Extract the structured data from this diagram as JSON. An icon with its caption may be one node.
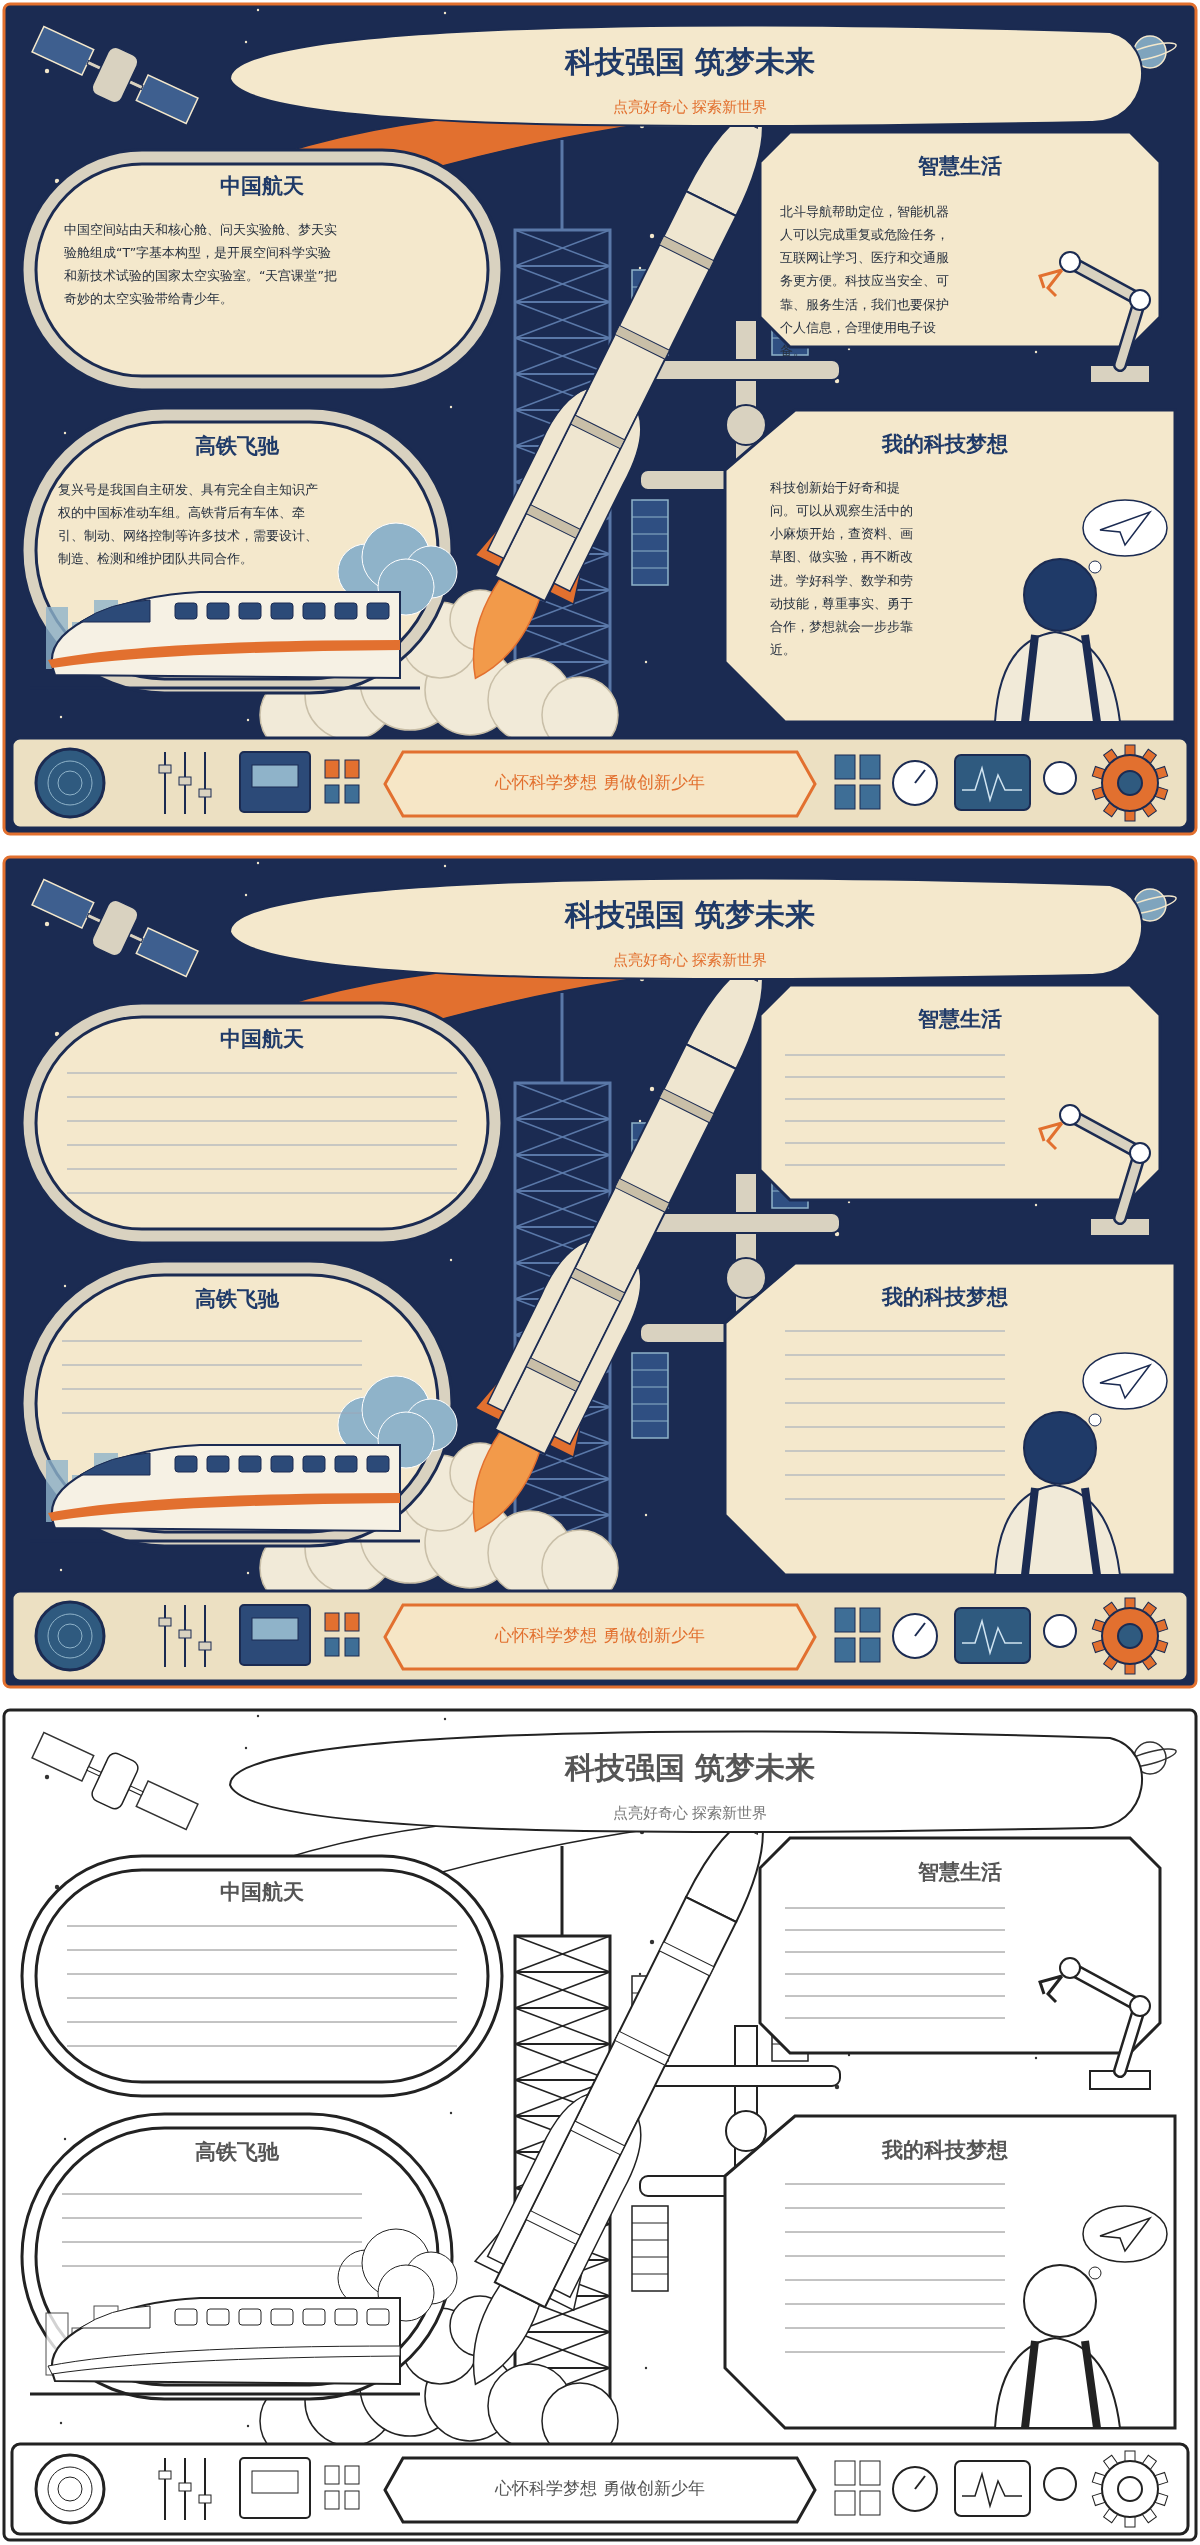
{
  "diagram": {
    "nodes": [
      {
        "text": [
          "科技强国 筑梦未来",
          "点亮好奇心 探索新世界"
        ]
      },
      {
        "text": [
          "中国航天",
          "中国空间站由天和核心舱、问天实验舱、梦天实验舱组成“T”字基本构型，是开展空间科学实验和新技术试验的国家太空实验室。“天宫课堂”把奇妙的太空实验带给青少年。"
        ]
      },
      {
        "text": [
          "智慧生活",
          "北斗导航帮助定位，智能机器人可以完成重复或危险任务，互联网让学习、医疗和交通服务更方便。科技应当安全、可靠、服务生活，我们也要保护个人信息，合理使用电子设备。"
        ]
      },
      {
        "text": [
          "高铁飞驰",
          "复兴号是我国自主研发、具有完全自主知识产权的中国标准动车组。高铁背后有车体、牵引、制动、网络控制等许多技术，需要设计、制造、检测和维护团队共同合作。"
        ]
      },
      {
        "text": [
          "我的科技梦想",
          "科技创新始于好奇和提问。可以从观察生活中的小麻烦开始，查资料、画草图、做实验，再不断改进。学好科学、数学和劳动技能，尊重事实、勇于合作，梦想就会一步步靠近。"
        ]
      },
      {
        "text": [
          "心怀科学梦想 勇做创新少年"
        ]
      },
      {
        "text": [
          "科技强国 筑梦未来",
          "点亮好奇心 探索新世界"
        ]
      },
      {
        "text": [
          "中国航天"
        ]
      },
      {
        "text": [
          "智慧生活"
        ]
      },
      {
        "text": [
          "高铁飞驰"
        ]
      },
      {
        "text": [
          "我的科技梦想"
        ]
      },
      {
        "text": [
          "心怀科学梦想 勇做创新少年"
        ]
      },
      {
        "text": [
          "科技强国 筑梦未来",
          "点亮好奇心 探索新世界"
        ]
      },
      {
        "text": [
          "中国航天"
        ]
      },
      {
        "text": [
          "智慧生活"
        ]
      },
      {
        "text": [
          "高铁飞驰"
        ]
      },
      {
        "text": [
          "我的科技梦想"
        ]
      },
      {
        "text": [
          "心怀科学梦想 勇做创新少年"
        ]
      }
    ]
  }
}
